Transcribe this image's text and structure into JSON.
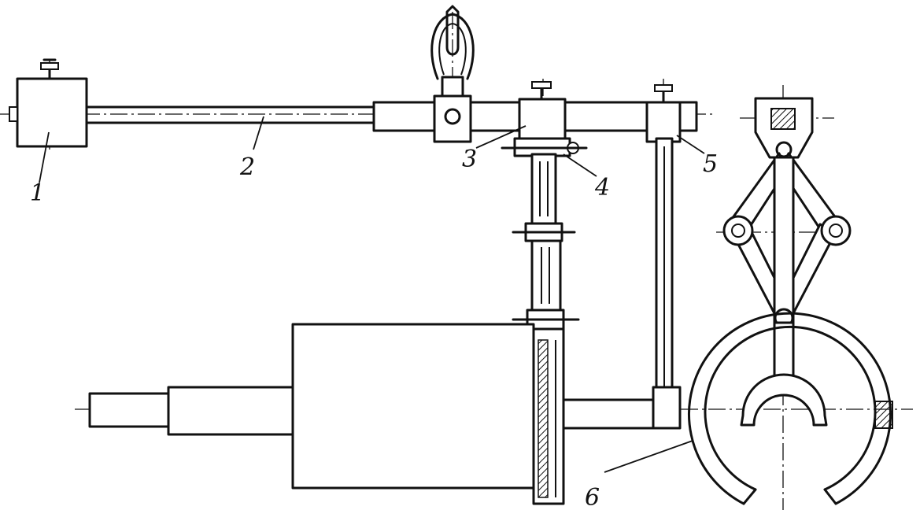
{
  "diagram": {
    "labels": [
      {
        "id": "1",
        "text": "1"
      },
      {
        "id": "2",
        "text": "2"
      },
      {
        "id": "3",
        "text": "3"
      },
      {
        "id": "4",
        "text": "4"
      },
      {
        "id": "5",
        "text": "5"
      },
      {
        "id": "6",
        "text": "6"
      }
    ]
  },
  "colors": {
    "ink": "#111111",
    "background": "#ffffff"
  }
}
